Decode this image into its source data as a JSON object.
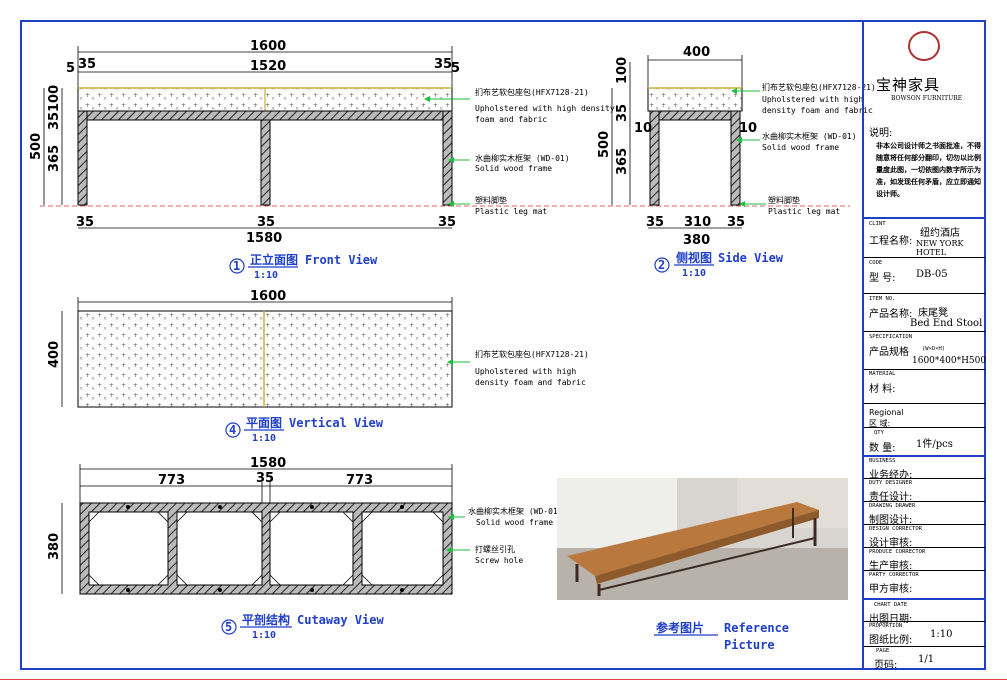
{
  "front_view": {
    "dims": {
      "total": "1600",
      "inner": "1520",
      "edge_l": "5",
      "edge_r": "5",
      "side_l": "35",
      "side_r": "35",
      "h_total": "500",
      "h_seat": "100",
      "h_frame": "35",
      "h_leg": "365",
      "b_l": "35",
      "b_m": "35",
      "b_r": "35",
      "b_total": "1580"
    },
    "notes": {
      "cushion_cn": "扪布艺软包座包(HFX7128-21)",
      "cushion_en1": "Upholstered with high density",
      "cushion_en2": "foam and fabric",
      "frame_cn": "水曲柳实木框架 (WD-01)",
      "frame_en": "Solid wood frame",
      "mat_cn": "塑料脚垫",
      "mat_en": "Plastic leg mat"
    },
    "num": "1",
    "title_cn": "正立面图",
    "title_en": "Front View",
    "scale": "1:10"
  },
  "side_view": {
    "dims": {
      "total": "400",
      "h_seat": "100",
      "h_frame": "35",
      "h_total": "500",
      "h_leg": "365",
      "in_l": "10",
      "in_r": "10",
      "b_l": "35",
      "b_m": "310",
      "b_r": "35",
      "b_total": "380"
    },
    "notes": {
      "cushion_cn": "扪布艺软包座包(HFX7128-21)",
      "cushion_en1": "Upholstered with high",
      "cushion_en2": "density foam and fabric",
      "frame_cn": "水曲柳实木框架 (WD-01)",
      "frame_en": "Solid wood frame",
      "mat_cn": "塑料脚垫",
      "mat_en": "Plastic leg mat"
    },
    "num": "2",
    "title_cn": "侧视图",
    "title_en": "Side View",
    "scale": "1:10"
  },
  "vertical_view": {
    "dims": {
      "total": "1600",
      "depth": "400"
    },
    "notes": {
      "cushion_cn": "扪布艺软包座包(HFX7128-21)",
      "cushion_en1": "Upholstered with high",
      "cushion_en2": "density foam and fabric"
    },
    "num": "4",
    "title_cn": "平面图",
    "title_en": "Vertical View",
    "scale": "1:10"
  },
  "cutaway_view": {
    "dims": {
      "total": "1580",
      "left": "773",
      "mid": "35",
      "right": "773",
      "depth": "380"
    },
    "notes": {
      "frame_cn": "水曲柳实木框架 (WD-01)",
      "frame_en": "Solid wood frame",
      "screw_cn": "打螺丝引孔",
      "screw_en": "Screw hole"
    },
    "num": "5",
    "title_cn": "平剖结构",
    "title_en": "Cutaway View",
    "scale": "1:10"
  },
  "reference": {
    "title_cn": "参考图片",
    "title_en1": "Reference",
    "title_en2": "Picture"
  },
  "title_block": {
    "brand_cn": "宝神家具",
    "brand_en": "BOWSON FURNITURE",
    "desc_title": "说明:",
    "desc_body": "非本公司设计师之书面批准，不得随意将任何部分翻印，切勿以比例量度此图，一切依图内数字所示为准，如发现任何矛盾，应立即通知设计师。",
    "client_small": "CLINT",
    "client_label": "工程名称:",
    "client_cn": "纽约酒店",
    "client_en": "NEW YORK HOTEL",
    "code_small": "CODE",
    "code_label": "型 号:",
    "code_val": "DB-05",
    "item_small": "ITEM NO.",
    "item_label": "产品名称:",
    "item_cn": "床尾凳",
    "item_en": "Bed End Stool",
    "spec_small": "SPECIFICATION",
    "spec_label": "产品规格",
    "spec_unit": "(W×D×H)",
    "spec_val": "1600*400*H500",
    "mat_small": "MATERIAL",
    "mat_label": "材 料:",
    "region_small": "Regional",
    "region_label": "区 域:",
    "qty_small": "QTY",
    "qty_label": "数 量:",
    "qty_val": "1件/pcs",
    "biz_small": "BUSINESS",
    "biz_label": "业务经办:",
    "duty_small": "DUTY DESIGNER",
    "duty_label": "责任设计:",
    "draw_small": "DRAWING DRAWER",
    "draw_label": "制图设计:",
    "dcor_small": "DESIGN CORRECTOR",
    "dcor_label": "设计审核:",
    "pcor_small": "PRODUCE CORRECTOR",
    "pcor_label": "生产审核:",
    "party_small": "PARTY CORRECTOR",
    "party_label": "甲方审核:",
    "date_small": "CHART DATE",
    "date_label": "出图日期:",
    "prop_small": "PROPORTION",
    "prop_label": "图纸比例:",
    "prop_val": "1:10",
    "page_small": "PAGE",
    "page_label": "页码:",
    "page_val": "1/1"
  },
  "colors": {
    "frame_blue": "#1f3fc9",
    "annot_green": "#1cbf3c",
    "cushion_line": "#c9b03a",
    "wood": "#3a2a20"
  }
}
